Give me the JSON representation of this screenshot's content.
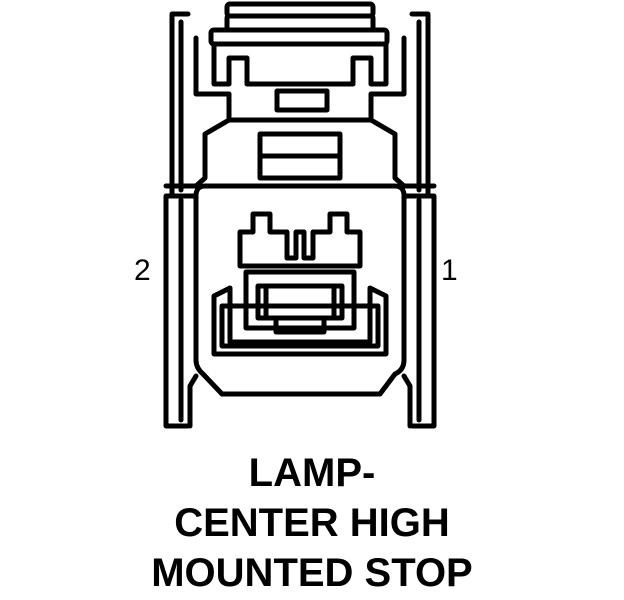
{
  "pins": {
    "left": "2",
    "right": "1"
  },
  "caption": {
    "line1": "LAMP-",
    "line2": "CENTER HIGH",
    "line3": "MOUNTED STOP"
  },
  "colors": {
    "stroke": "#000000",
    "background": "#ffffff"
  }
}
